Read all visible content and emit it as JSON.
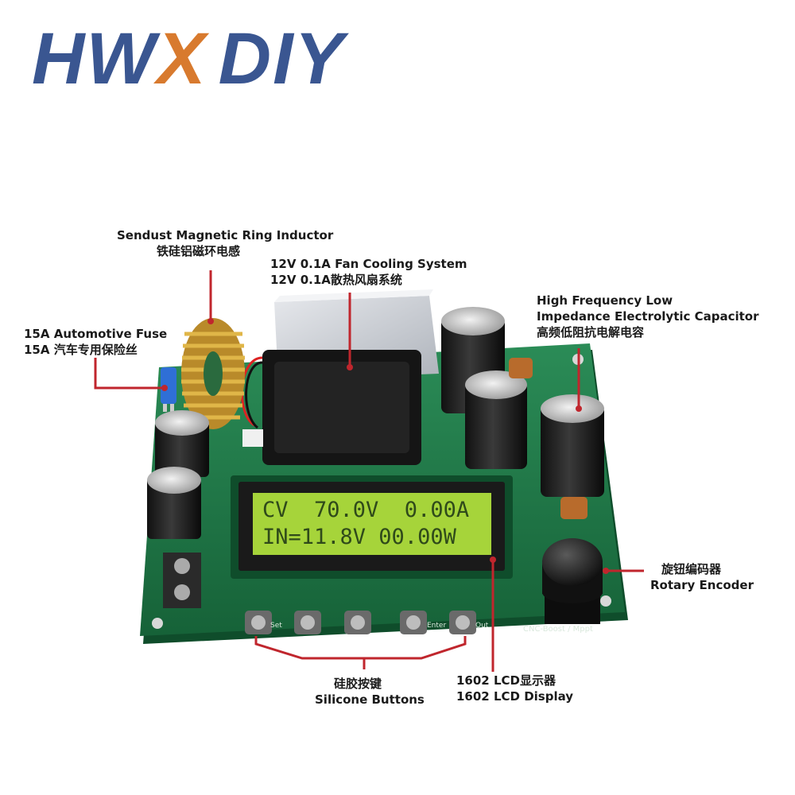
{
  "logo": {
    "part1": "HW",
    "part2": "X",
    "part3": "DIY"
  },
  "callouts": {
    "inductor": {
      "en": "Sendust Magnetic Ring Inductor",
      "cn": "铁硅铝磁环电感"
    },
    "fan": {
      "en": "12V 0.1A Fan Cooling System",
      "cn": "12V 0.1A散热风扇系统"
    },
    "capacitor": {
      "en1": "High Frequency Low",
      "en2": "Impedance Electrolytic Capacitor",
      "cn": "高频低阻抗电解电容"
    },
    "fuse": {
      "en": "15A  Automotive Fuse",
      "cn": "15A  汽车专用保险丝"
    },
    "encoder": {
      "cn": "旋钮编码器",
      "en": "Rotary Encoder"
    },
    "buttons": {
      "cn": "硅胶按键",
      "en": "Silicone Buttons"
    },
    "lcd": {
      "cn": "1602 LCD显示器",
      "en": "1602 LCD Display"
    }
  },
  "lcd_screen": {
    "line1": "CV  70.0V  0.00A",
    "line2": "IN=11.8V 00.00W"
  },
  "board_text": {
    "label": "CNC-Boost / Mppt",
    "set": "Set",
    "out": "Out",
    "enter": "Enter"
  },
  "colors": {
    "logo_blue": "#3a5691",
    "logo_orange": "#d87a2e",
    "pointer_red": "#c0262d",
    "pcb_green": "#1f7a4a",
    "lcd_green": "#a6d43a"
  }
}
